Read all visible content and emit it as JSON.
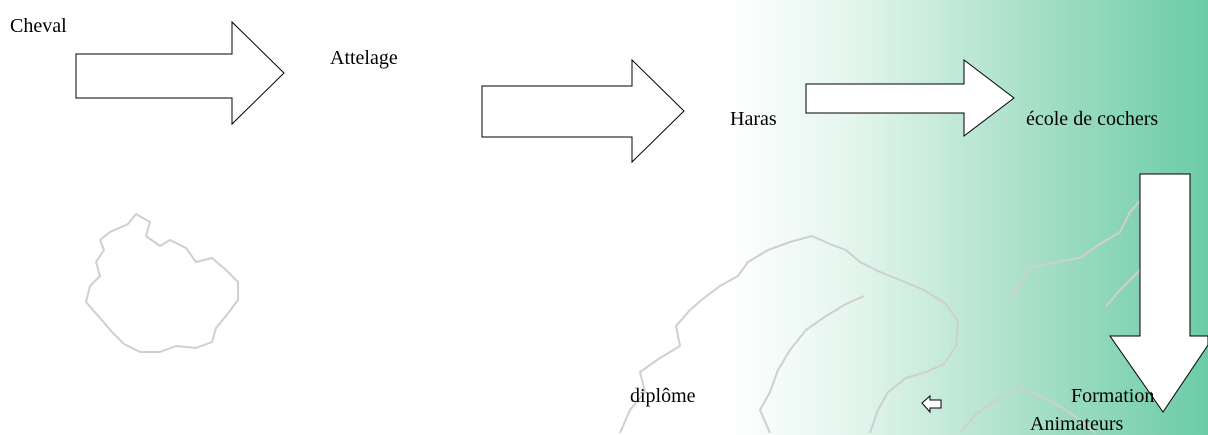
{
  "labels": {
    "cheval": "Cheval",
    "attelage": "Attelage",
    "haras": "Haras",
    "ecole": "école de cochers",
    "formation": "Formation",
    "animateurs": "Animateurs",
    "diplome": "diplôme"
  },
  "colors": {
    "background_gradient_end": "#6ccba7",
    "arrow_fill": "#ffffff",
    "arrow_stroke": "#000000",
    "map_outline": "#cfcfcf"
  },
  "icons": [
    "arrow-right-icon",
    "arrow-down-icon",
    "arrow-left-icon",
    "map-outline"
  ]
}
